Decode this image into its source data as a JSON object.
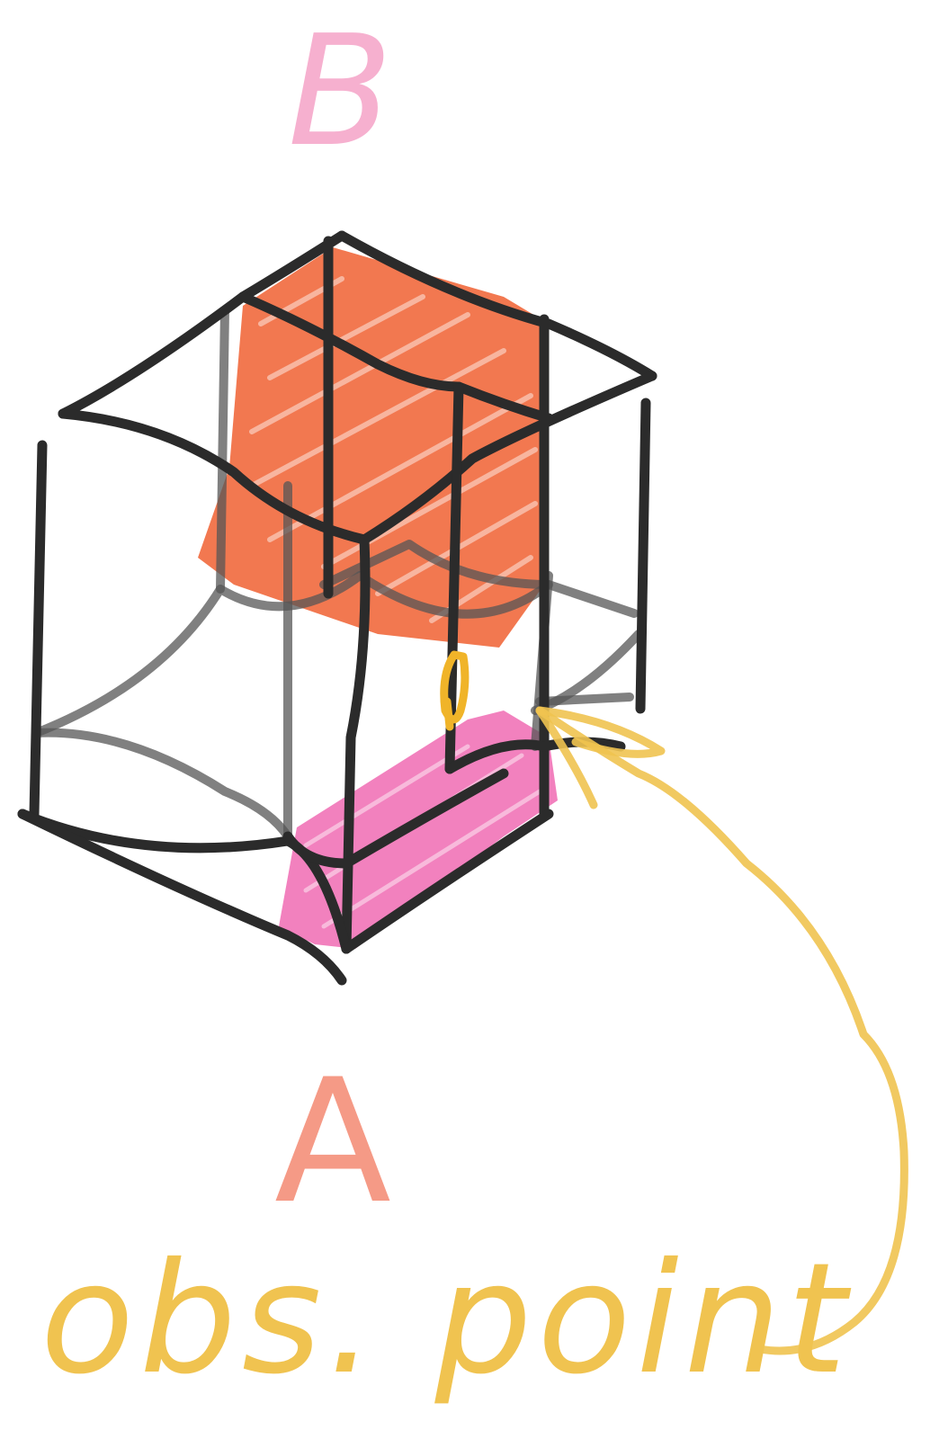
{
  "labels": {
    "top_region": "B",
    "bottom_region": "A",
    "observation": "obs. point"
  },
  "colors": {
    "background": "#ffffff",
    "outline": "#2b2b2b",
    "region_b_fill": "#ef5a2a",
    "region_a_fill": "#f06bb3",
    "label_b": "#f6b0cf",
    "label_a": "#f59a86",
    "observation_marker": "#f0b429",
    "observation_label": "#f0c350"
  }
}
